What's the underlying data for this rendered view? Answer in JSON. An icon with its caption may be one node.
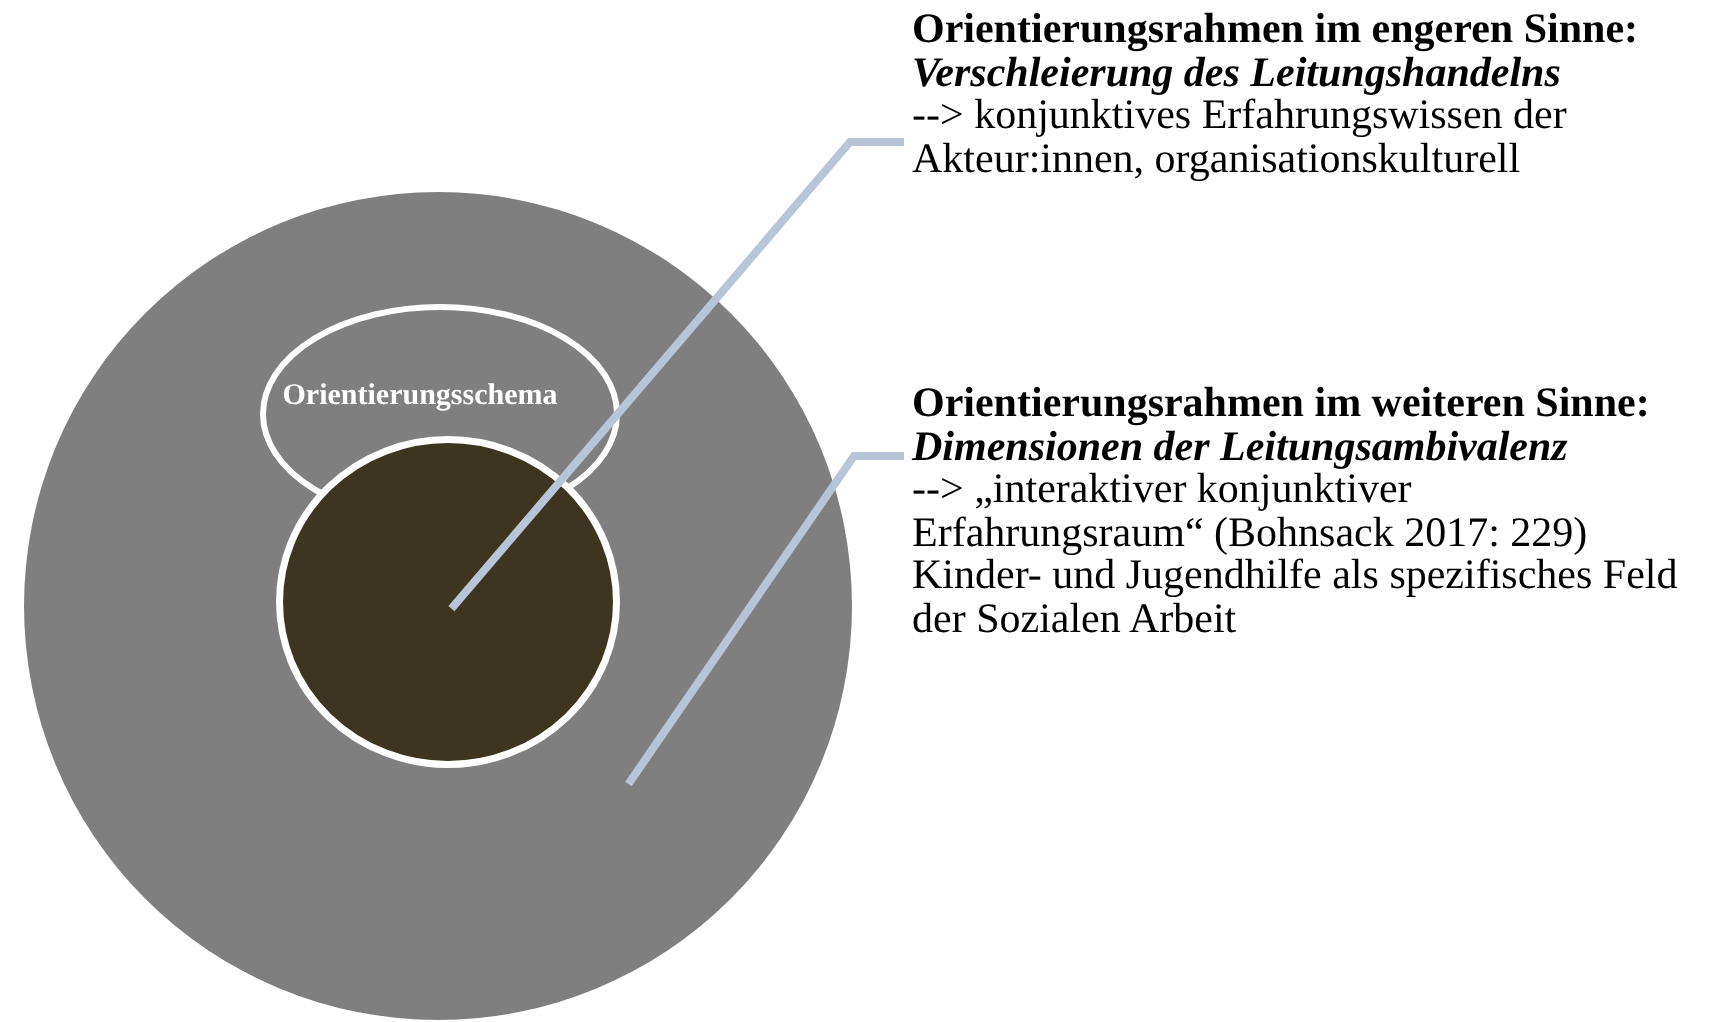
{
  "diagram": {
    "nodes": [
      {
        "text": [],
        "shape": "circle"
      },
      {
        "text": [
          "Orientierungsschema"
        ],
        "in": 0
      },
      {
        "text": [],
        "shape": "circle",
        "in": 0
      },
      {
        "text": [
          "Orientierungsrahmen im engeren Sinne:",
          "Verschleierung des Leitungshandelns",
          "--> konjunktives Erfahrungswissen der Akteur:innen, organisationskulturell"
        ]
      },
      {
        "text": [
          "Orientierungsrahmen im weiteren Sinne:",
          "Dimensionen der Leitungsambivalenz",
          "--> „interaktiver konjunktiver Erfahrungsraum“ (Bohnsack 2017: 229) Kinder- und Jugendhilfe als spezifisches Feld der Sozialen Arbeit"
        ]
      }
    ],
    "edges": [
      {
        "from": 3,
        "to": 2,
        "arrow": "none"
      },
      {
        "from": 4,
        "to": 0,
        "arrow": "none"
      }
    ]
  }
}
